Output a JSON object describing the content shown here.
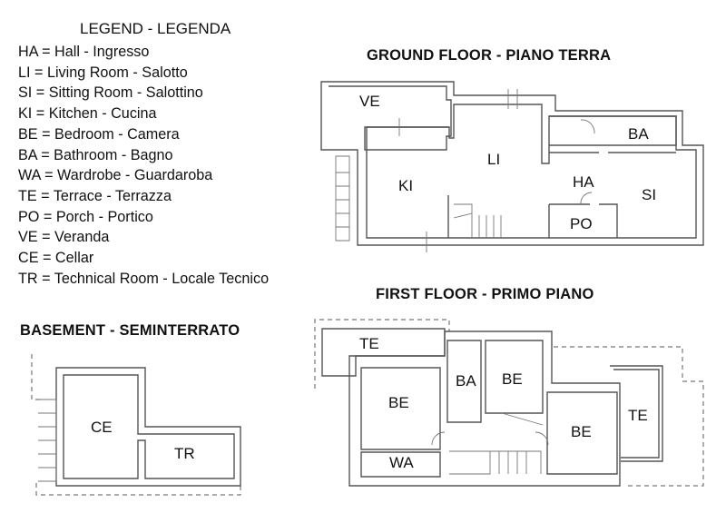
{
  "legend": {
    "title": "LEGEND - LEGENDA",
    "items": [
      "HA = Hall - Ingresso",
      "LI = Living Room - Salotto",
      "SI = Sitting Room - Salottino",
      "KI = Kitchen - Cucina",
      "BE = Bedroom - Camera",
      "BA = Bathroom - Bagno",
      "WA = Wardrobe - Guardaroba",
      "TE = Terrace - Terrazza",
      "PO = Porch - Portico",
      "VE = Veranda",
      "CE = Cellar",
      "TR = Technical Room - Locale Tecnico"
    ]
  },
  "ground_floor": {
    "title": "GROUND FLOOR - PIANO TERRA",
    "rooms": [
      "VE",
      "LI",
      "BA",
      "KI",
      "HA",
      "SI",
      "PO"
    ]
  },
  "first_floor": {
    "title": "FIRST FLOOR - PRIMO PIANO",
    "rooms": [
      "TE",
      "BA",
      "BE",
      "BE",
      "BE",
      "TE",
      "WA"
    ]
  },
  "basement": {
    "title": "BASEMENT - SEMINTERRATO",
    "rooms": [
      "CE",
      "TR"
    ]
  }
}
